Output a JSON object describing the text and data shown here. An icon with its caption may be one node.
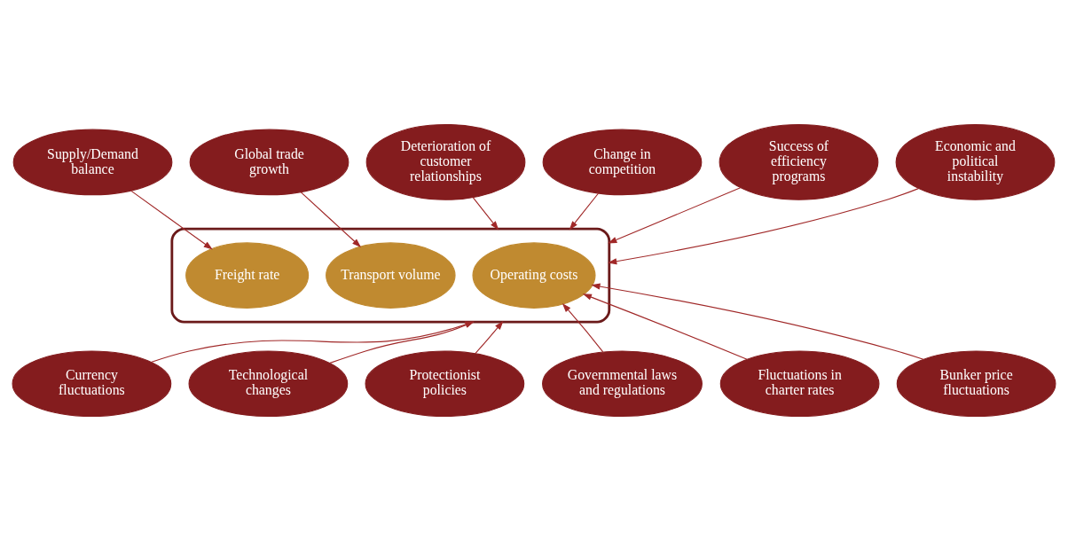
{
  "diagram": {
    "nodes": [
      {
        "text": [],
        "shape": "ellipse"
      },
      {
        "text": [
          "Freight rate"
        ],
        "in": 0
      },
      {
        "text": [
          "Transport volume"
        ],
        "in": 0
      },
      {
        "text": [
          "Operating costs"
        ],
        "in": 0
      },
      {
        "text": [
          "Deterioration of customer relationships"
        ]
      },
      {
        "text": [
          "Supply/Demand balance"
        ]
      },
      {
        "text": [
          "Global trade growth"
        ]
      },
      {
        "text": [
          "Change in competition"
        ]
      },
      {
        "text": [
          "Success of efficiency programs"
        ]
      },
      {
        "text": [
          "Economic and political instability"
        ]
      },
      {
        "text": [
          "Currency fluctuations"
        ]
      },
      {
        "text": [
          "Technological changes"
        ]
      },
      {
        "text": [
          "Protectionist policies"
        ]
      },
      {
        "text": [
          "Governmental laws and regulations"
        ]
      },
      {
        "text": [
          "Fluctuations in charter rates"
        ]
      },
      {
        "text": [
          "Bunker price fluctuations"
        ]
      }
    ],
    "edges": [
      {
        "from": 4,
        "to": 0,
        "arrow": "to"
      },
      {
        "from": 5,
        "to": 1,
        "arrow": "to"
      },
      {
        "from": 6,
        "to": 2,
        "arrow": "to"
      },
      {
        "from": 7,
        "to": 0,
        "arrow": "to"
      },
      {
        "from": 8,
        "to": 0,
        "arrow": "to"
      },
      {
        "from": 9,
        "to": 0,
        "arrow": "to"
      },
      {
        "from": 10,
        "to": 0,
        "arrow": "to"
      },
      {
        "from": 11,
        "to": 0,
        "arrow": "to"
      },
      {
        "from": 12,
        "to": 0,
        "arrow": "to"
      },
      {
        "from": 13,
        "to": 3,
        "arrow": "to"
      },
      {
        "from": 15,
        "to": 3,
        "arrow": "to"
      },
      {
        "from": 14,
        "to": 3,
        "arrow": "to"
      }
    ]
  }
}
